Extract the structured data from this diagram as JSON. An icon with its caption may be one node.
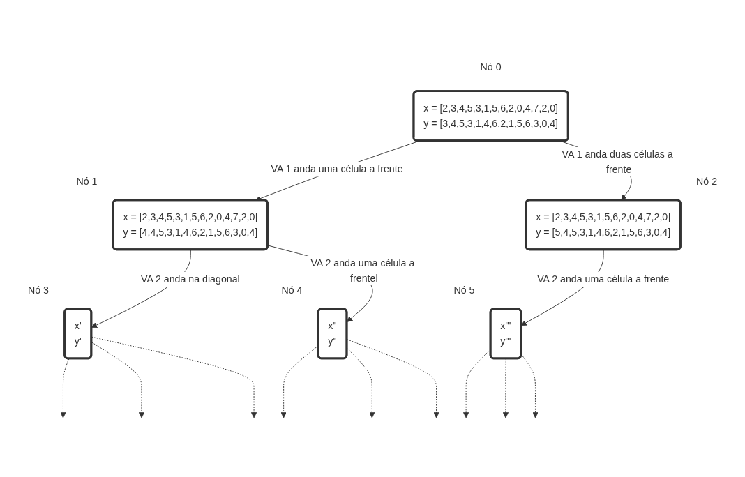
{
  "diagram": {
    "nodes": [
      {
        "text": [
          "x = [2,3,4,5,3,1,5,6,2,0,4,7,2,0]",
          "y = [3,4,5,3,1,4,6,2,1,5,6,3,0,4]"
        ],
        "beside": [
          "Nó 0"
        ]
      },
      {
        "text": [
          "x = [2,3,4,5,3,1,5,6,2,0,4,7,2,0]",
          "y = [4,4,5,3,1,4,6,2,1,5,6,3,0,4]"
        ],
        "beside": [
          "Nó 1"
        ]
      },
      {
        "text": [
          "x = [2,3,4,5,3,1,5,6,2,0,4,7,2,0]",
          "y = [5,4,5,3,1,4,6,2,1,5,6,3,0,4]"
        ],
        "beside": [
          "Nó 2"
        ]
      },
      {
        "text": [
          "x'",
          "y'"
        ],
        "beside": [
          "Nó 3"
        ]
      },
      {
        "text": [
          "x''",
          "y''"
        ],
        "beside": [
          "Nó 4"
        ]
      },
      {
        "text": [
          "x'''",
          "y'''"
        ],
        "beside": [
          "Nó 5"
        ]
      }
    ],
    "edges": [
      {
        "from": 0,
        "to": 1,
        "arrow": "to",
        "label": "VA 1 anda uma célula a frente"
      },
      {
        "from": 0,
        "to": 2,
        "arrow": "to",
        "label": "VA 1 anda duas células a frente"
      },
      {
        "from": 1,
        "to": 3,
        "arrow": "to",
        "label": "VA 2 anda na diagonal"
      },
      {
        "from": 1,
        "to": 4,
        "arrow": "to",
        "label": "VA 2 anda uma célula a frentel"
      },
      {
        "from": 2,
        "to": 5,
        "arrow": "to",
        "label": "VA 2 anda uma célula a frente"
      },
      {
        "from": 3,
        "to": null,
        "arrow": "to",
        "style": "dashed"
      },
      {
        "from": 3,
        "to": null,
        "arrow": "to",
        "style": "dashed"
      },
      {
        "from": 3,
        "to": null,
        "arrow": "to",
        "style": "dashed"
      },
      {
        "from": 4,
        "to": null,
        "arrow": "to",
        "style": "dashed"
      },
      {
        "from": 4,
        "to": null,
        "arrow": "to",
        "style": "dashed"
      },
      {
        "from": 4,
        "to": null,
        "arrow": "to",
        "style": "dashed"
      },
      {
        "from": 5,
        "to": null,
        "arrow": "to",
        "style": "dashed"
      },
      {
        "from": 5,
        "to": null,
        "arrow": "to",
        "style": "dashed"
      },
      {
        "from": 5,
        "to": null,
        "arrow": "to",
        "style": "dashed"
      }
    ]
  }
}
